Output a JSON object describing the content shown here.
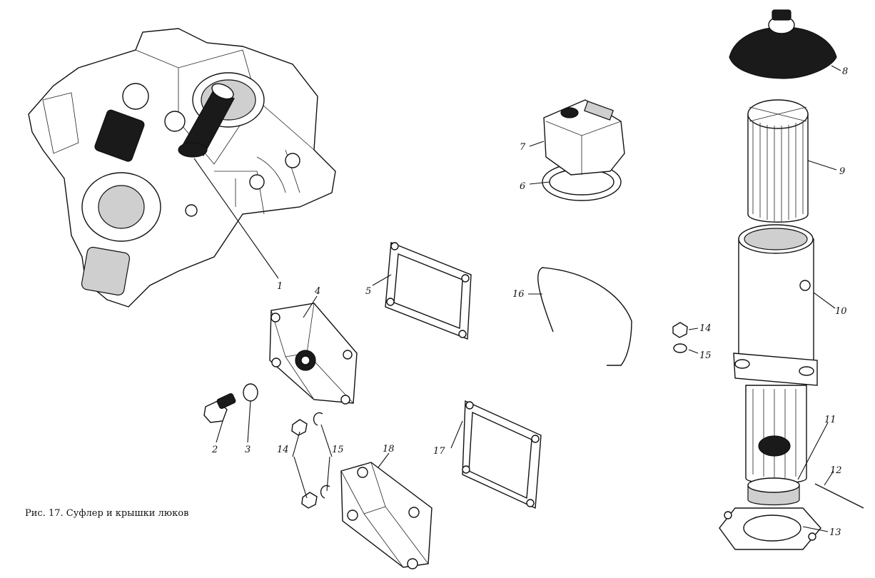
{
  "figure": {
    "caption": "Рис. 17. Суфлер и крышки люков"
  },
  "labels": [
    {
      "id": "1",
      "text": "1"
    },
    {
      "id": "2",
      "text": "2"
    },
    {
      "id": "3",
      "text": "3"
    },
    {
      "id": "4",
      "text": "4"
    },
    {
      "id": "5",
      "text": "5"
    },
    {
      "id": "6",
      "text": "6"
    },
    {
      "id": "7",
      "text": "7"
    },
    {
      "id": "8",
      "text": "8"
    },
    {
      "id": "9",
      "text": "9"
    },
    {
      "id": "10",
      "text": "10"
    },
    {
      "id": "11",
      "text": "11"
    },
    {
      "id": "12",
      "text": "12"
    },
    {
      "id": "13",
      "text": "13"
    },
    {
      "id": "14a",
      "text": "14"
    },
    {
      "id": "15a",
      "text": "15"
    },
    {
      "id": "14b",
      "text": "14"
    },
    {
      "id": "15b",
      "text": "15"
    },
    {
      "id": "16",
      "text": "16"
    },
    {
      "id": "17",
      "text": "17"
    },
    {
      "id": "18",
      "text": "18"
    }
  ]
}
